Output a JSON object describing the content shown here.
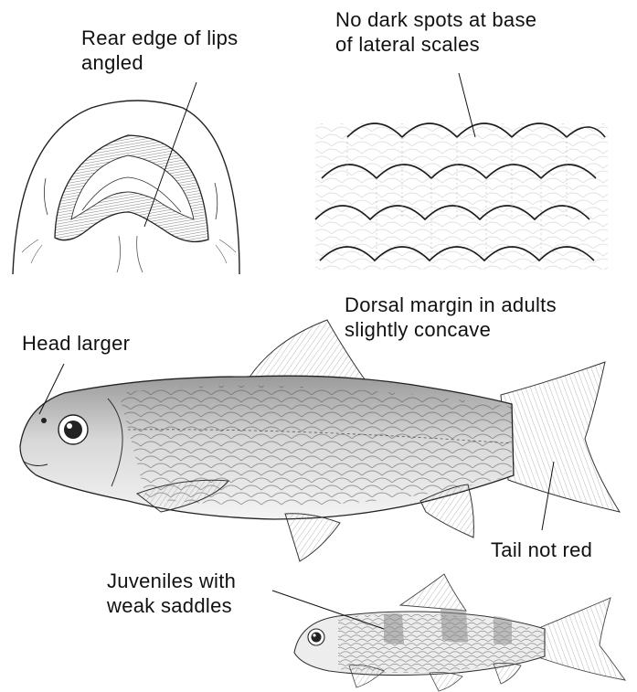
{
  "labels": {
    "lips": {
      "line1": "Rear edge of lips",
      "line2": "angled"
    },
    "scales": {
      "line1": "No dark spots at base",
      "line2": "of lateral scales"
    },
    "dorsal": {
      "line1": "Dorsal margin in adults",
      "line2": "slightly concave"
    },
    "head": {
      "line1": "Head larger"
    },
    "tail": {
      "line1": "Tail not red"
    },
    "juveniles": {
      "line1": "Juveniles with",
      "line2": "weak saddles"
    }
  },
  "colors": {
    "ink": "#1a1a1a",
    "shade": "#9a9a9a",
    "background": "#ffffff"
  }
}
